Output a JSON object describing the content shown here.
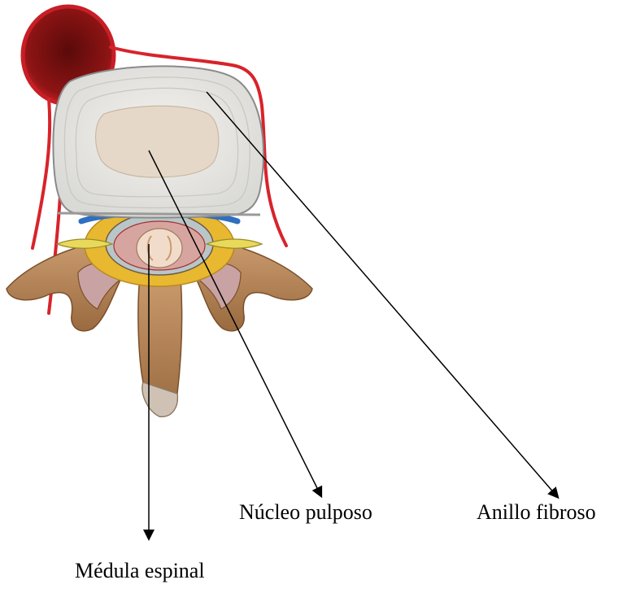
{
  "labels": {
    "nucleus": "Núcleo pulposo",
    "annulus": "Anillo fibroso",
    "spinal_cord": "Médula espinal"
  },
  "colors": {
    "artery": "#d8232a",
    "aorta_fill": "#7a1010",
    "disc": "#e9e9e6",
    "nucleus": "#e6d8c9",
    "bone": "#b8865a",
    "bone_dark": "#8a5c34",
    "fat": "#e8b830",
    "vein": "#2f6fbf",
    "nerve": "#e8d95a",
    "ink": "#000000"
  }
}
